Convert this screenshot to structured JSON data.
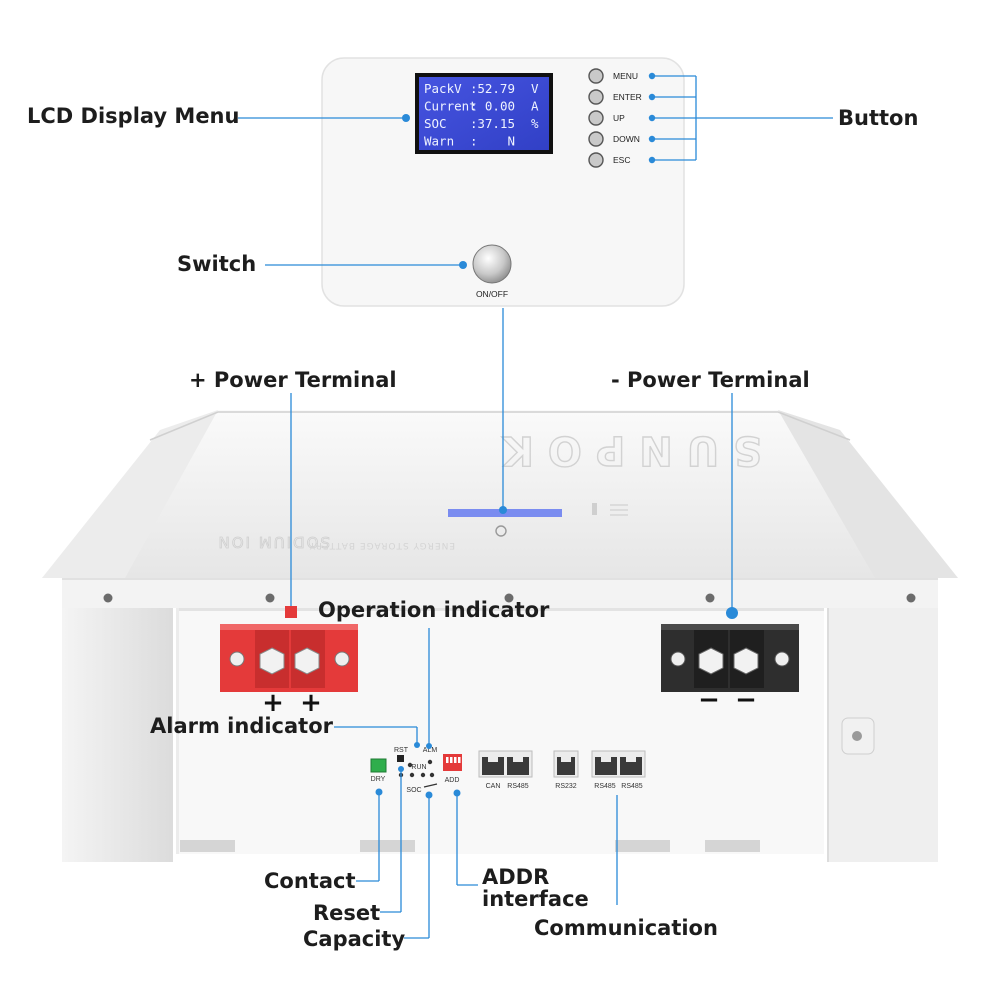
{
  "callouts": {
    "lcd_display_menu": "LCD Display Menu",
    "button": "Button",
    "switch": "Switch",
    "power_terminal_positive": "+ Power Terminal",
    "power_terminal_negative": "- Power Terminal",
    "operation_indicator": "Operation indicator",
    "alarm_indicator": "Alarm indicator",
    "contact": "Contact",
    "reset": "Reset",
    "capacity": "Capacity",
    "addr_interface": "ADDR interface",
    "communication": "Communication"
  },
  "lcd": {
    "rows": [
      {
        "label": "PackV",
        "sep": ":",
        "value": "52.79",
        "unit": "V"
      },
      {
        "label": "Current",
        "sep": ":",
        "value": "0.00",
        "unit": "A"
      },
      {
        "label": "SOC",
        "sep": ":",
        "value": "37.15",
        "unit": "%"
      },
      {
        "label": "Warn",
        "sep": ":",
        "value": "N",
        "unit": ""
      }
    ]
  },
  "buttons": [
    "MENU",
    "ENTER",
    "UP",
    "DOWN",
    "ESC"
  ],
  "switch_label": "ON/OFF",
  "battery": {
    "brand": "SUNPOK",
    "model_line1": "SODIUM ION",
    "model_line2": "ENERGY STORAGE BATTERY"
  },
  "terminals": {
    "positive_sign": "+",
    "negative_sign": "−"
  },
  "panel_labels": {
    "dry": "DRY",
    "rst": "RST",
    "alm": "ALM",
    "run": "RUN",
    "soc": "SOC",
    "add": "ADD",
    "can": "CAN",
    "rs485_a": "RS485",
    "rs232": "RS232",
    "rs485_b": "RS485",
    "rs485_c": "RS485"
  },
  "colors": {
    "callout_line": "#2a8ad8",
    "lcd_background": "#3c4bd6",
    "positive_terminal": "#e43a3a",
    "negative_terminal": "#2e2e2e",
    "panel_white": "#f7f7f7"
  }
}
